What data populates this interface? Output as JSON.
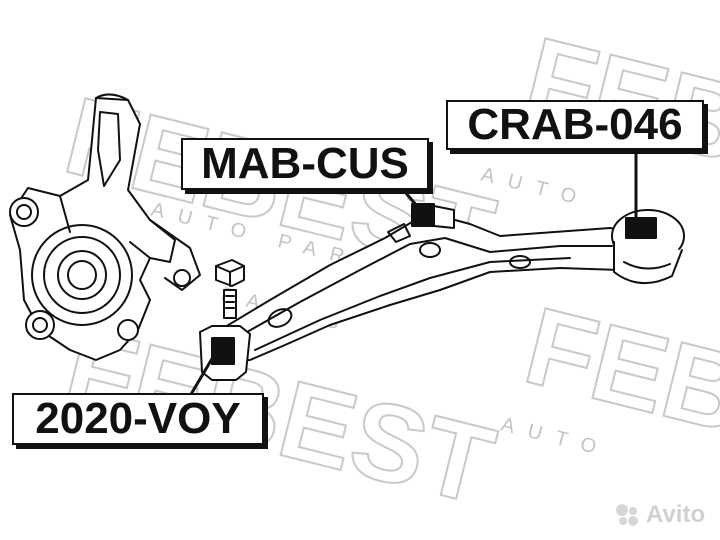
{
  "watermark": {
    "brand": "FEBEST",
    "sub": "AUTO PARTS",
    "colors": {
      "stroke": "#c9c9c9"
    }
  },
  "labels": {
    "mab": "MAB-CUS",
    "crab": "CRAB-046",
    "voy": "2020-VOY"
  },
  "logo": {
    "text": "Avito",
    "icon": "avito-dots-icon"
  },
  "colors": {
    "ink": "#111111",
    "background": "#ffffff"
  }
}
